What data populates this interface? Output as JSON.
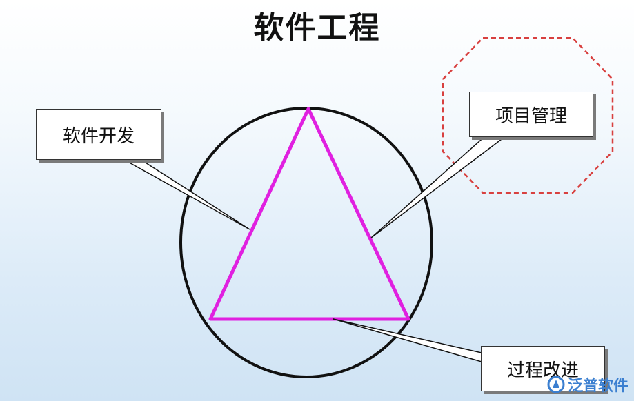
{
  "title": "软件工程",
  "labels": {
    "dev": "软件开发",
    "pm": "项目管理",
    "process": "过程改进"
  },
  "watermark": {
    "text": "泛普软件",
    "logo_icon": "fanpu-logo-icon"
  },
  "colors": {
    "triangle": "#e020e0",
    "circle": "#111111",
    "octagon": "#d8403f",
    "watermark": "#3b7fd0"
  }
}
